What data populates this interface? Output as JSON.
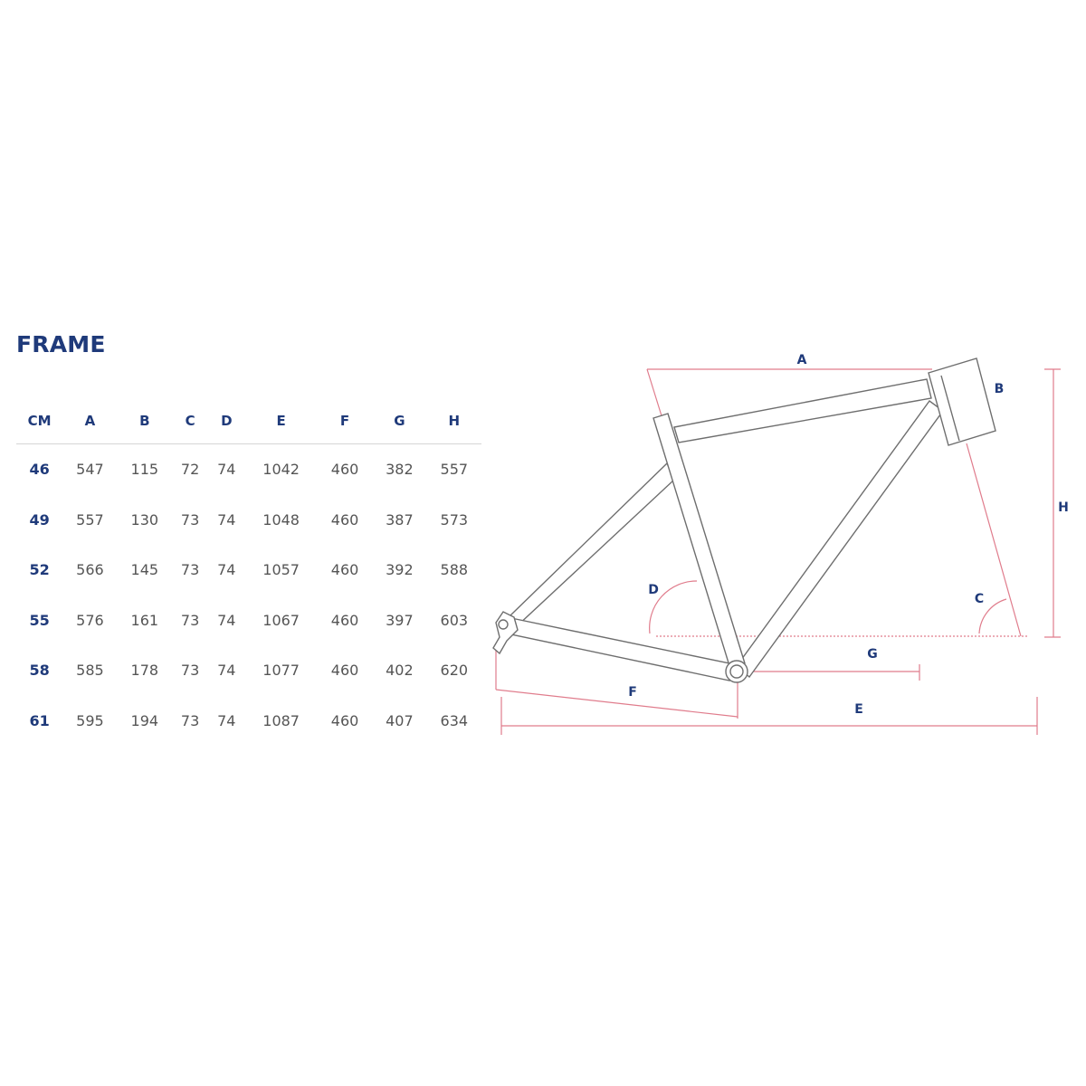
{
  "title": "FRAME",
  "table": {
    "headers": [
      "CM",
      "A",
      "B",
      "C",
      "D",
      "E",
      "F",
      "G",
      "H"
    ],
    "rows": [
      [
        "46",
        "547",
        "115",
        "72",
        "74",
        "1042",
        "460",
        "382",
        "557"
      ],
      [
        "49",
        "557",
        "130",
        "73",
        "74",
        "1048",
        "460",
        "387",
        "573"
      ],
      [
        "52",
        "566",
        "145",
        "73",
        "74",
        "1057",
        "460",
        "392",
        "588"
      ],
      [
        "55",
        "576",
        "161",
        "73",
        "74",
        "1067",
        "460",
        "397",
        "603"
      ],
      [
        "58",
        "585",
        "178",
        "73",
        "74",
        "1077",
        "460",
        "402",
        "620"
      ],
      [
        "61",
        "595",
        "194",
        "73",
        "74",
        "1087",
        "460",
        "407",
        "634"
      ]
    ]
  },
  "diagram": {
    "labels": {
      "a": "A",
      "b": "B",
      "c": "C",
      "d": "D",
      "e": "E",
      "f": "F",
      "g": "G",
      "h": "H"
    }
  },
  "colors": {
    "heading": "#1f3a7a",
    "value_text": "#555555",
    "frame_stroke": "#6e6e6e",
    "dimension_line": "#e07c8c"
  }
}
